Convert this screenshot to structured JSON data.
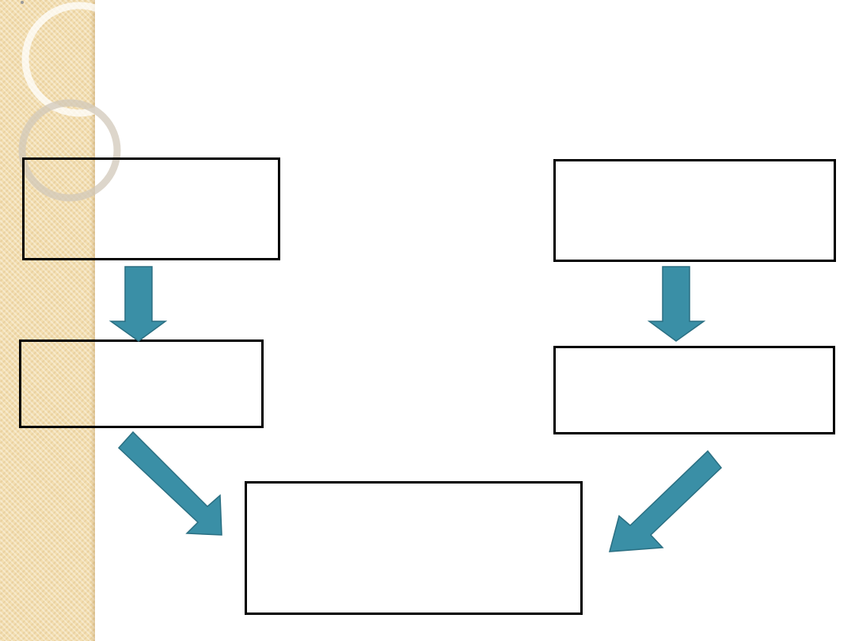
{
  "diagram": {
    "boxes": [
      {
        "id": "top-left",
        "text": ""
      },
      {
        "id": "top-right",
        "text": ""
      },
      {
        "id": "middle-left",
        "text": ""
      },
      {
        "id": "middle-right",
        "text": ""
      },
      {
        "id": "bottom-center",
        "text": ""
      }
    ],
    "arrows": [
      {
        "from": "top-left",
        "to": "middle-left"
      },
      {
        "from": "top-right",
        "to": "middle-right"
      },
      {
        "from": "middle-left",
        "to": "bottom-center"
      },
      {
        "from": "middle-right",
        "to": "bottom-center"
      }
    ]
  },
  "colors": {
    "arrow_fill": "#3a8fa6",
    "arrow_stroke": "#2a6f82",
    "box_border": "#000000",
    "sidebar": "#f3deb0"
  }
}
